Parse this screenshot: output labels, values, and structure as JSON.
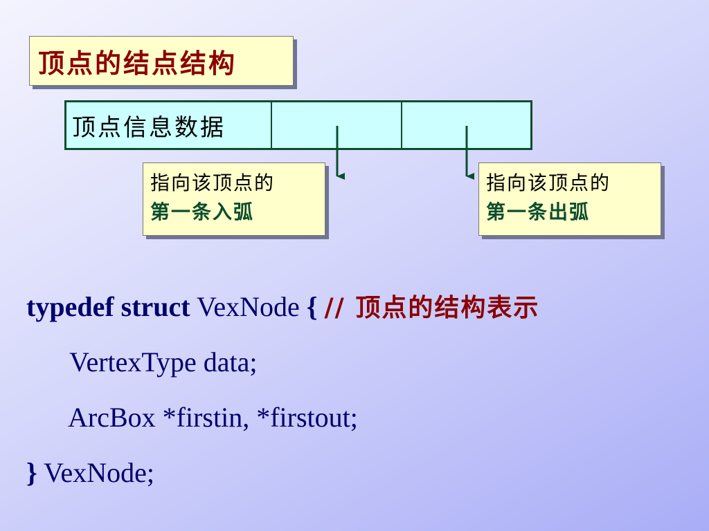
{
  "title": "顶点的结点结构",
  "node_fields": {
    "data_label": "顶点信息数据",
    "firstin_label": "",
    "firstout_label": ""
  },
  "callouts": {
    "firstin": {
      "line1": "指向该顶点的",
      "line2": "第一条入弧"
    },
    "firstout": {
      "line1": "指向该顶点的",
      "line2": "第一条出弧"
    }
  },
  "code": {
    "line1": {
      "keyword1": "typedef",
      "keyword2": "struct",
      "name": "VexNode",
      "brace": "{",
      "comment": "// 顶点的结构表示"
    },
    "line2": "VertexType  data;",
    "line3": "ArcBox  *firstin, *firstout;",
    "line4": {
      "brace": "}",
      "rest": " VexNode;"
    }
  },
  "colors": {
    "title_text": "#8b0000",
    "box_fill": "#ffffcc",
    "node_fill": "#ccffff",
    "border_green": "#0b4d2c",
    "code_text": "#00006b"
  }
}
